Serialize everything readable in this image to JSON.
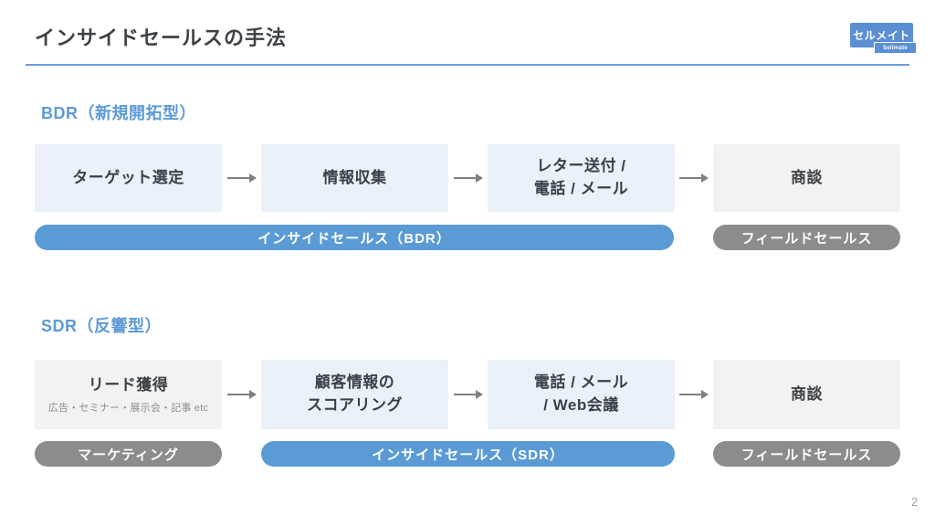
{
  "slide": {
    "title": "インサイドセールスの手法",
    "page_number": "2"
  },
  "logo": {
    "main": "セルメイト",
    "sub": "Sellmate"
  },
  "colors": {
    "accent_blue": "#5b9bd5",
    "box_blue": "#eaf1f8",
    "box_gray": "#f2f2f2",
    "pill_gray": "#8c8c8c",
    "divider_blue": "#6b9ed9",
    "arrow_gray": "#808080",
    "text_dark": "#3b4045"
  },
  "sections": [
    {
      "heading": "BDR（新規開拓型）",
      "steps": [
        {
          "line1": "ターゲット選定",
          "line2": "",
          "sub": ""
        },
        {
          "line1": "情報収集",
          "line2": "",
          "sub": ""
        },
        {
          "line1": "レター送付 /",
          "line2": "電話 / メール",
          "sub": ""
        },
        {
          "line1": "商談",
          "line2": "",
          "sub": ""
        }
      ],
      "pills": [
        {
          "label": "インサイドセールス（BDR）"
        },
        {
          "label": "フィールドセールス"
        }
      ]
    },
    {
      "heading": "SDR（反響型）",
      "steps": [
        {
          "line1": "リード獲得",
          "line2": "",
          "sub": "広告・セミナー・展示会・記事 etc"
        },
        {
          "line1": "顧客情報の",
          "line2": "スコアリング",
          "sub": ""
        },
        {
          "line1": "電話 / メール",
          "line2": "/ Web会議",
          "sub": ""
        },
        {
          "line1": "商談",
          "line2": "",
          "sub": ""
        }
      ],
      "pills": [
        {
          "label": "マーケティング"
        },
        {
          "label": "インサイドセールス（SDR）"
        },
        {
          "label": "フィールドセールス"
        }
      ]
    }
  ]
}
